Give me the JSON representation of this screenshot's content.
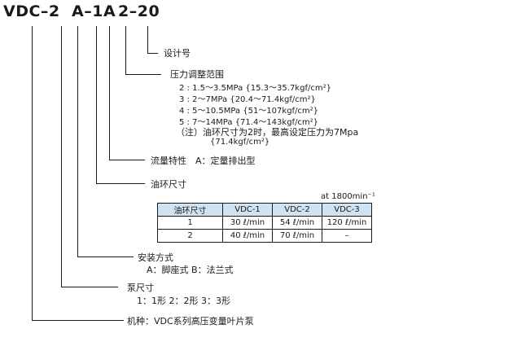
{
  "model_code": {
    "prefix": "VDC–2",
    "oil_ring": "A–1",
    "pressure_letter": "A",
    "design": "2–20"
  },
  "labels": {
    "design_no": "设计号",
    "pressure_range": "压力调整范围",
    "pressure_items": [
      "2 : 1.5～3.5MPa {15.3～35.7kgf/cm²}",
      "3 : 2～7MPa {20.4～71.4kgf/cm²}",
      "4 : 5～10.5MPa {51～107kgf/cm²}",
      "5 : 7～14MPa {71.4～143kgf/cm²}"
    ],
    "note_line1": "（注）油环尺寸为2时，最高设定压力为7Mpa",
    "note_line2": "{71.4kgf/cm²}",
    "flow_char": "流量特性　A：定量排出型",
    "oil_ring_size": "油环尺寸",
    "speed_note": "at 1800min⁻¹",
    "mounting": "安装方式",
    "mounting_options": "A：脚座式  B：法兰式",
    "pump_size": "泵尺寸",
    "pump_size_options": "1：1形  2：2形  3：3形",
    "model_type": "机种：VDC系列高压变量叶片泵"
  },
  "table": {
    "headers": [
      "油环尺寸",
      "VDC-1",
      "VDC-2",
      "VDC-3"
    ],
    "rows": [
      [
        "1",
        "30 ℓ/min",
        "54 ℓ/min",
        "120 ℓ/min"
      ],
      [
        "2",
        "40 ℓ/min",
        "70 ℓ/min",
        "–"
      ]
    ]
  }
}
